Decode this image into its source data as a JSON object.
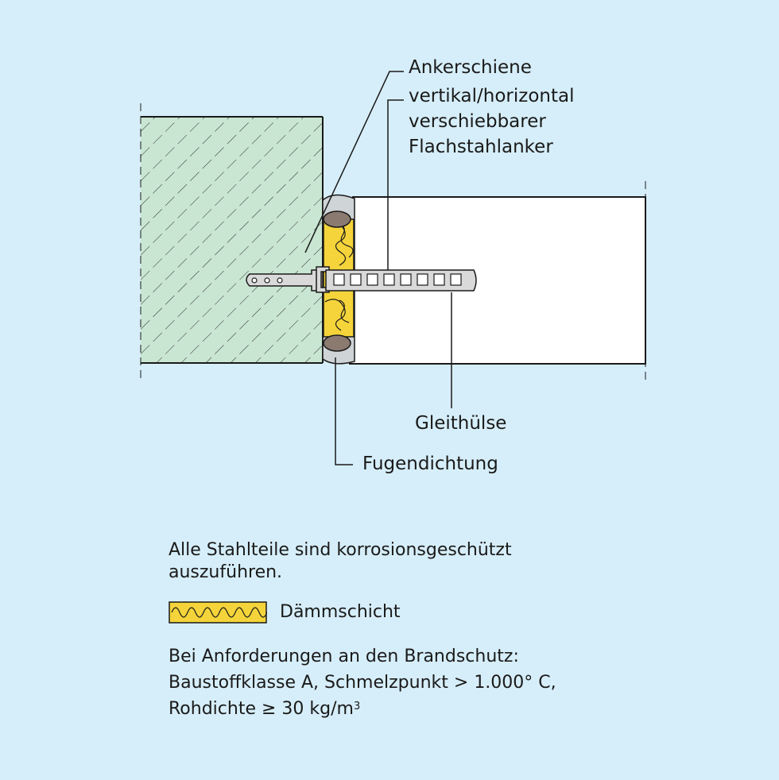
{
  "labels": {
    "ankerschiene": "Ankerschiene",
    "anker_line1": "vertikal/horizontal",
    "anker_line2": "verschiebbarer",
    "anker_line3": "Flachstahlanker",
    "gleithuelse": "Gleithülse",
    "fugendichtung": "Fugendichtung"
  },
  "notes": {
    "stahlteile_line1": "Alle Stahlteile sind korrosionsgeschützt",
    "stahlteile_line2": "auszuführen.",
    "legend_label": "Dämmschicht",
    "brandschutz_line1": "Bei Anforderungen an den Brandschutz:",
    "brandschutz_line2": "Baustoffklasse A, Schmelzpunkt > 1.000° C,",
    "brandschutz_line3_prefix": "Rohdichte ≥ 30 kg/m",
    "brandschutz_line3_sup": "3"
  },
  "colors": {
    "background": "#d6eef9",
    "concrete": "#c9e6d2",
    "panel": "#ffffff",
    "insulation": "#f4d43a",
    "seal": "#8a7a70",
    "steel": "#d9d9d9",
    "line": "#1a1a1a"
  }
}
